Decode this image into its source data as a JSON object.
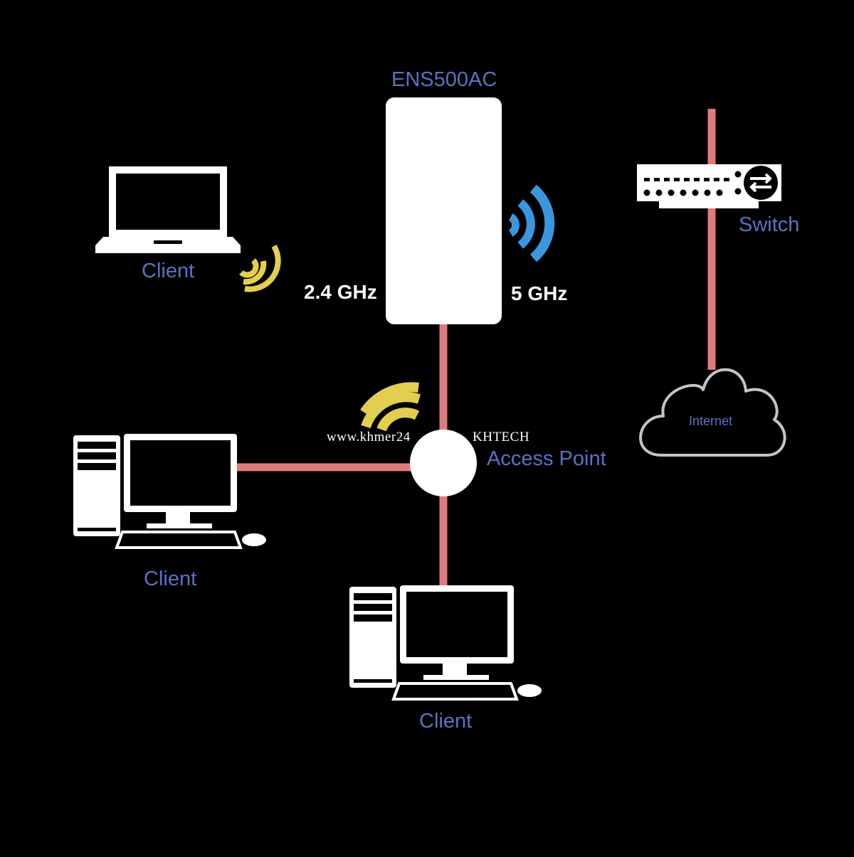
{
  "device": {
    "model": "ENS500AC"
  },
  "bands": {
    "band_24": "2.4 GHz",
    "band_5": "5 GHz"
  },
  "labels": {
    "switch": "Switch",
    "access_point": "Access Point",
    "internet": "Internet",
    "client_laptop": "Client",
    "client_desktop_left": "Client",
    "client_desktop_bottom": "Client"
  },
  "watermark": {
    "left": "www.khmer24",
    "right": "KHTECH"
  },
  "colors": {
    "background": "#000000",
    "cable": "#e07b7b",
    "label_blue": "#5a72c4",
    "wifi_24": "#e3cf4f",
    "wifi_5": "#3b96dd",
    "device": "#ffffff"
  },
  "icons": [
    "laptop-icon",
    "desktop-computer-icon",
    "network-switch-icon",
    "cloud-icon",
    "wifi-signal-icon"
  ]
}
